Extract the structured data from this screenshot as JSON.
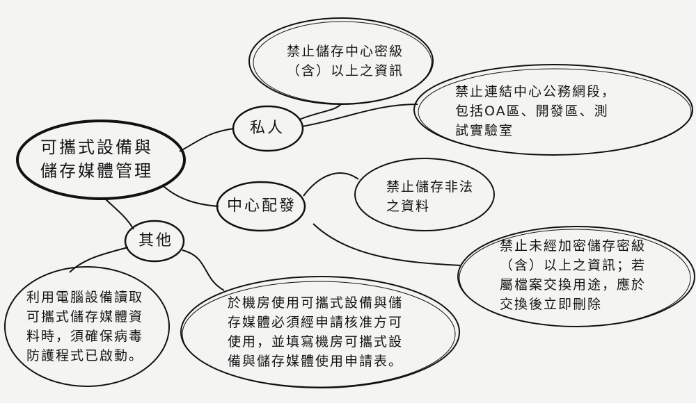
{
  "root": {
    "lines": [
      "可攜式設備與",
      "儲存媒體管理"
    ]
  },
  "branches": {
    "private": {
      "label": "私人"
    },
    "center": {
      "label": "中心配發"
    },
    "other": {
      "label": "其他"
    }
  },
  "leaves": {
    "private_1": {
      "lines": [
        "禁止儲存中心密級",
        "（含）以上之資訊"
      ]
    },
    "private_2": {
      "lines": [
        "禁止連結中心公務網段，",
        "包括OA區、開發區、測",
        "試實驗室"
      ]
    },
    "center_1": {
      "lines": [
        "禁止儲存非法",
        "之資料"
      ]
    },
    "center_2": {
      "lines": [
        "禁止未經加密儲存密級",
        "（含）以上之資訊；若",
        "屬檔案交換用途，應於",
        "交換後立即刪除"
      ]
    },
    "other_1": {
      "lines": [
        "利用電腦設備讀取",
        "可攜式儲存媒體資",
        "料時，須確保病毒",
        "防護程式已啟動。"
      ]
    },
    "other_2": {
      "lines": [
        "於機房使用可攜式設備與儲",
        "存媒體必須經申請核准方可",
        "使用，並填寫機房可攜式設",
        "備與儲存媒體使用申請表。"
      ]
    }
  }
}
